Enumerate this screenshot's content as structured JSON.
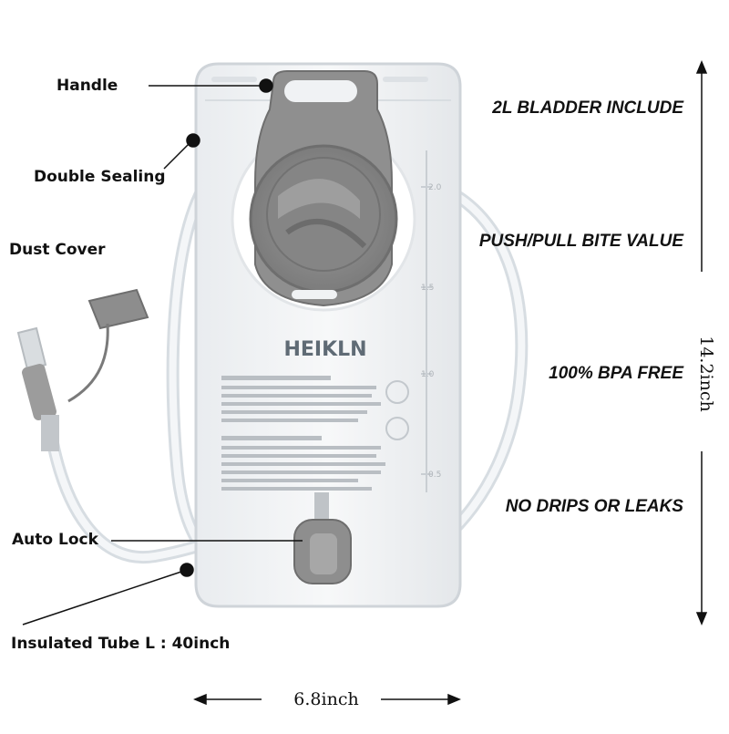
{
  "callouts": {
    "handle": "Handle",
    "double_sealing": "Double Sealing",
    "dust_cover": "Dust Cover",
    "auto_lock": "Auto Lock",
    "tube": "Insulated Tube L : 40inch"
  },
  "features": [
    "2L BLADDER INCLUDE",
    "PUSH/PULL BITE VALUE",
    "100% BPA FREE",
    "NO DRIPS OR LEAKS"
  ],
  "dimensions": {
    "height": "14.2inch",
    "width": "6.8inch"
  },
  "product": {
    "brand": "HEIKLN",
    "scale_marks": [
      "2.0",
      "1.5",
      "1.0",
      "0.5"
    ]
  }
}
